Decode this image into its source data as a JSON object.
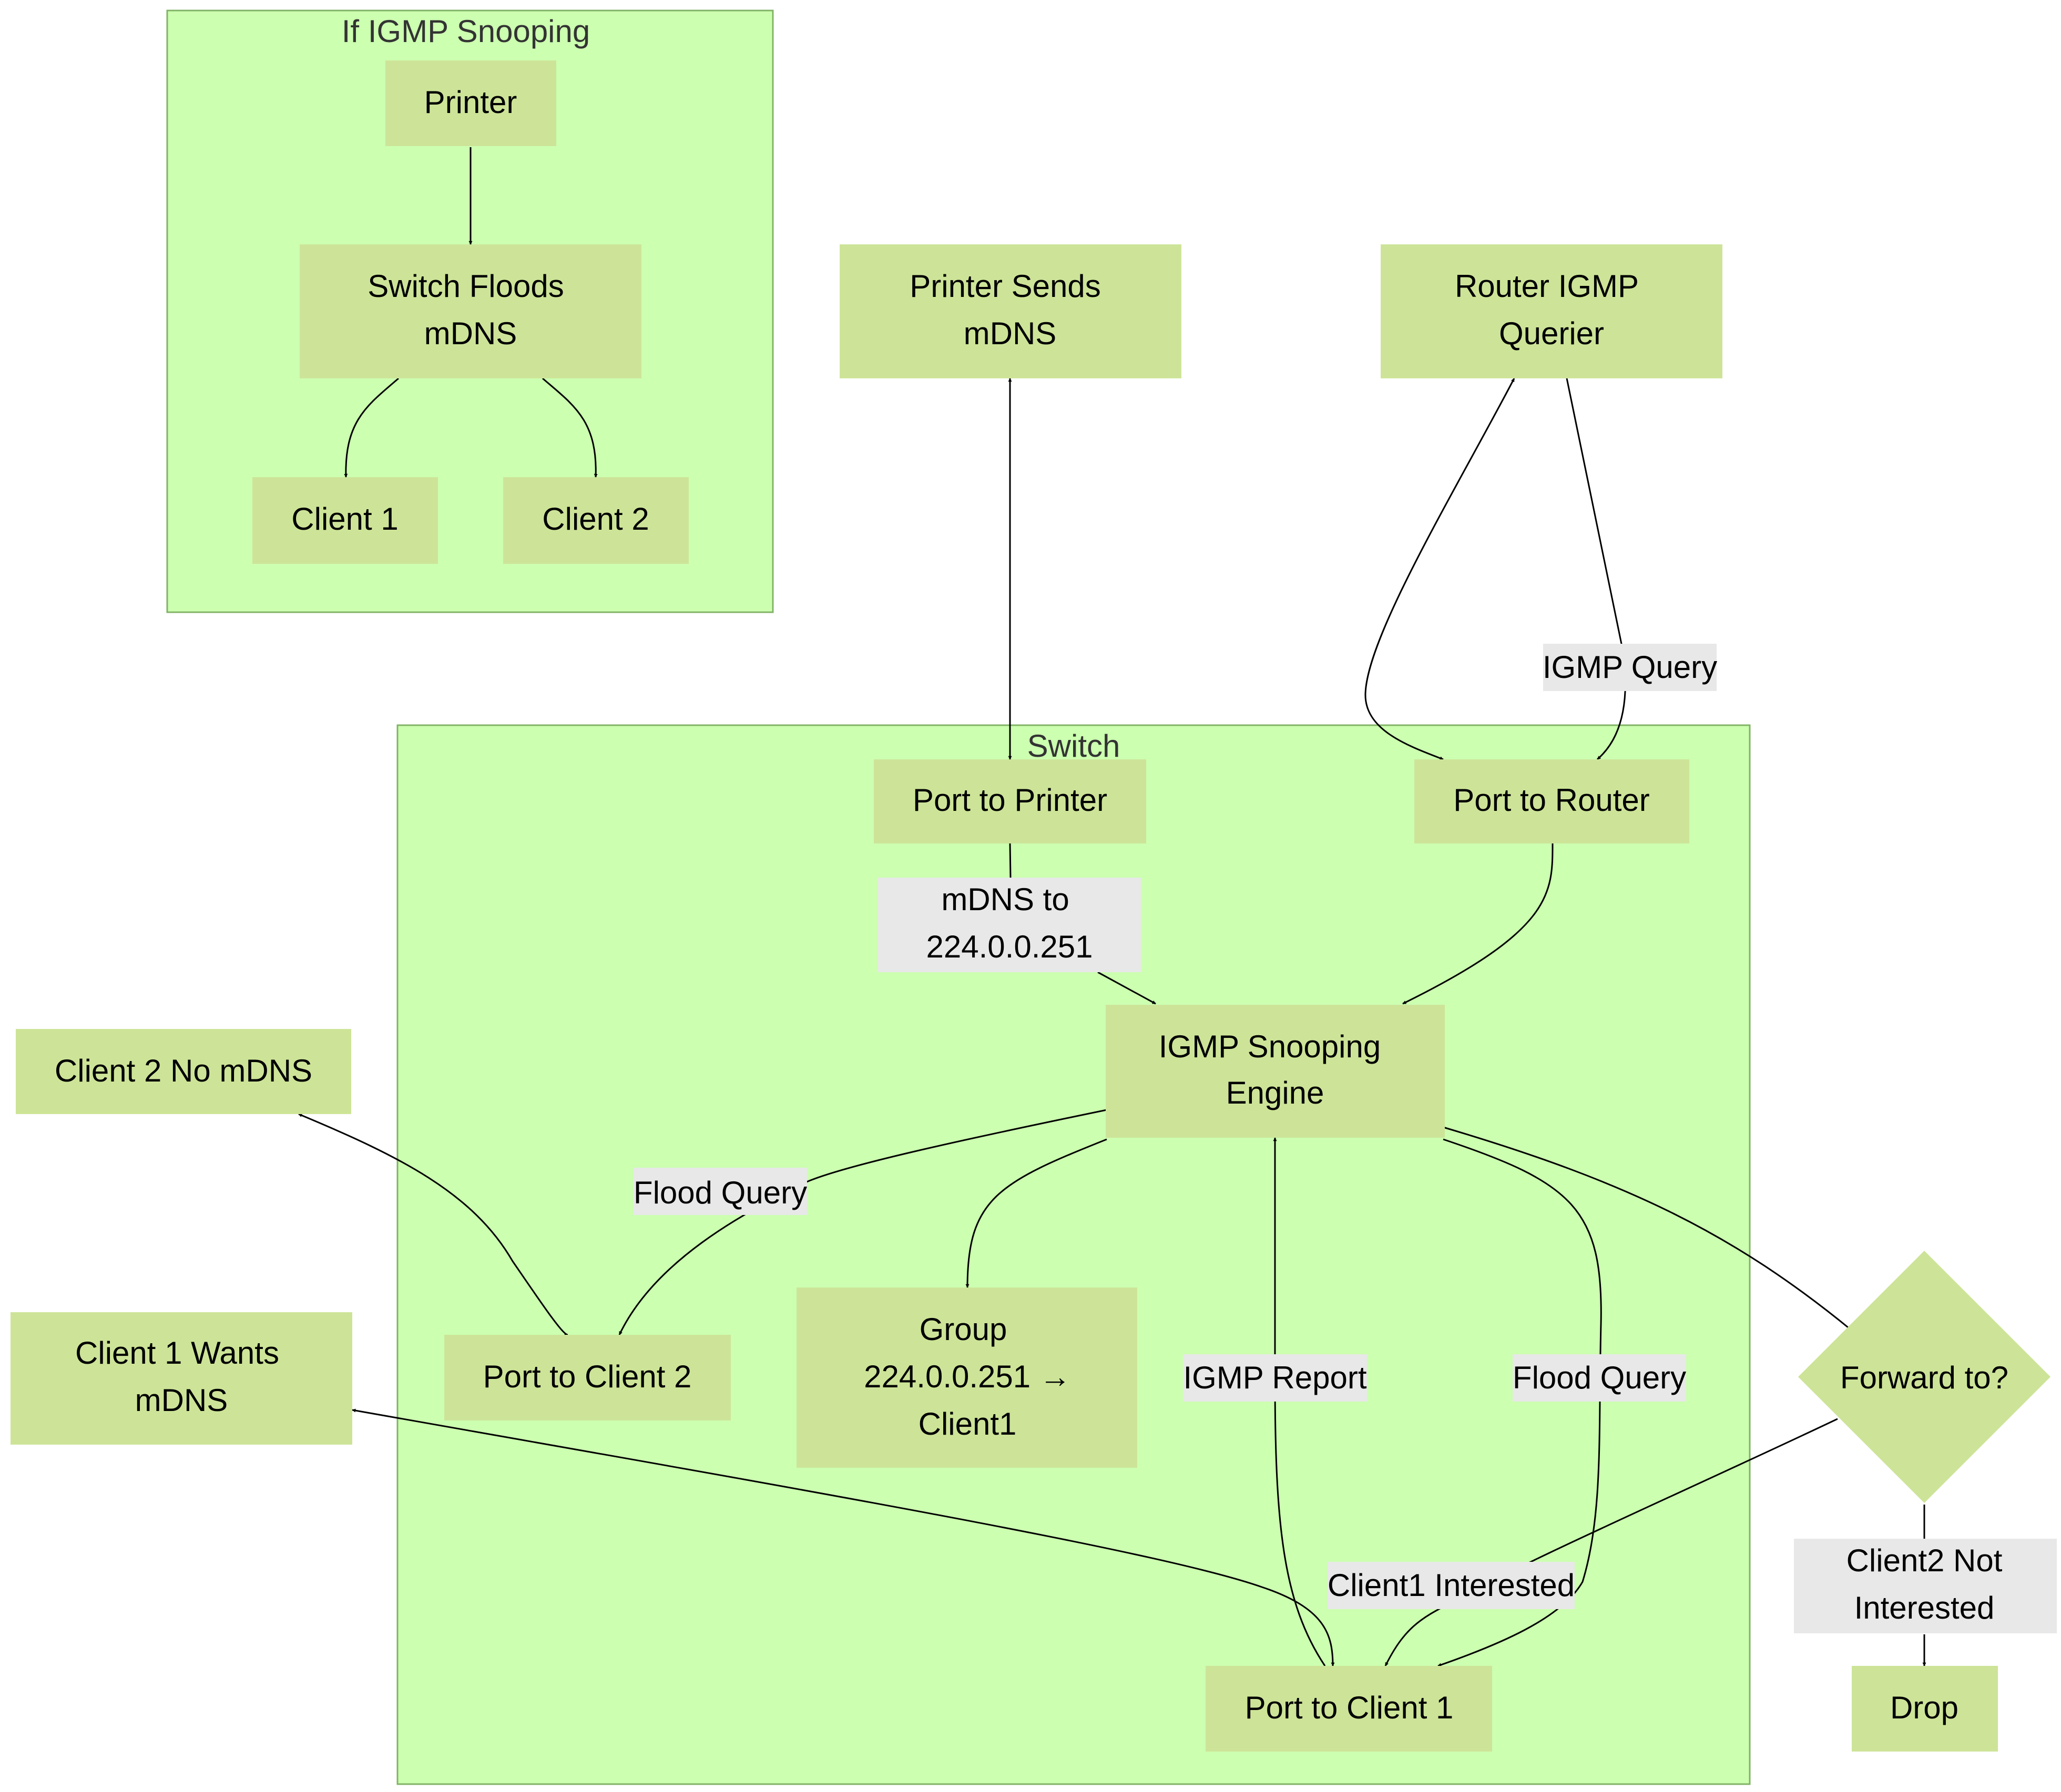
{
  "clusters": {
    "snooping_off": {
      "title": "If IGMP Snooping"
    },
    "switch": {
      "title": "Switch"
    }
  },
  "nodes": {
    "printer": "Printer",
    "switch_floods": [
      "Switch Floods",
      "mDNS"
    ],
    "client1_a": "Client 1",
    "client2_a": "Client 2",
    "printer_sends": [
      "Printer Sends",
      "mDNS"
    ],
    "router_querier": [
      "Router IGMP",
      "Querier"
    ],
    "port_printer": "Port to Printer",
    "port_router": "Port to Router",
    "engine": [
      "IGMP Snooping",
      "Engine"
    ],
    "port_client2": "Port to Client 2",
    "group": [
      "Group",
      "224.0.0.251 →",
      "Client1"
    ],
    "port_client1": "Port to Client 1",
    "client2_no": "Client 2 No mDNS",
    "client1_wants": [
      "Client 1 Wants",
      "mDNS"
    ],
    "forward": "Forward to?",
    "drop": "Drop"
  },
  "edge_labels": {
    "igmp_query": "IGMP Query",
    "mdns_to": [
      "mDNS to",
      "224.0.0.251"
    ],
    "flood_query_left": "Flood Query",
    "igmp_report": "IGMP Report",
    "flood_query_right": "Flood Query",
    "client1_interested": "Client1 Interested",
    "client2_not": [
      "Client2 Not",
      "Interested"
    ]
  },
  "colors": {
    "cluster_fill": "#ccffb0",
    "cluster_stroke": "#82b366",
    "node_fill": "#cde498",
    "edge_label_fill": "#e8e8e8",
    "edge_stroke": "#000000"
  }
}
